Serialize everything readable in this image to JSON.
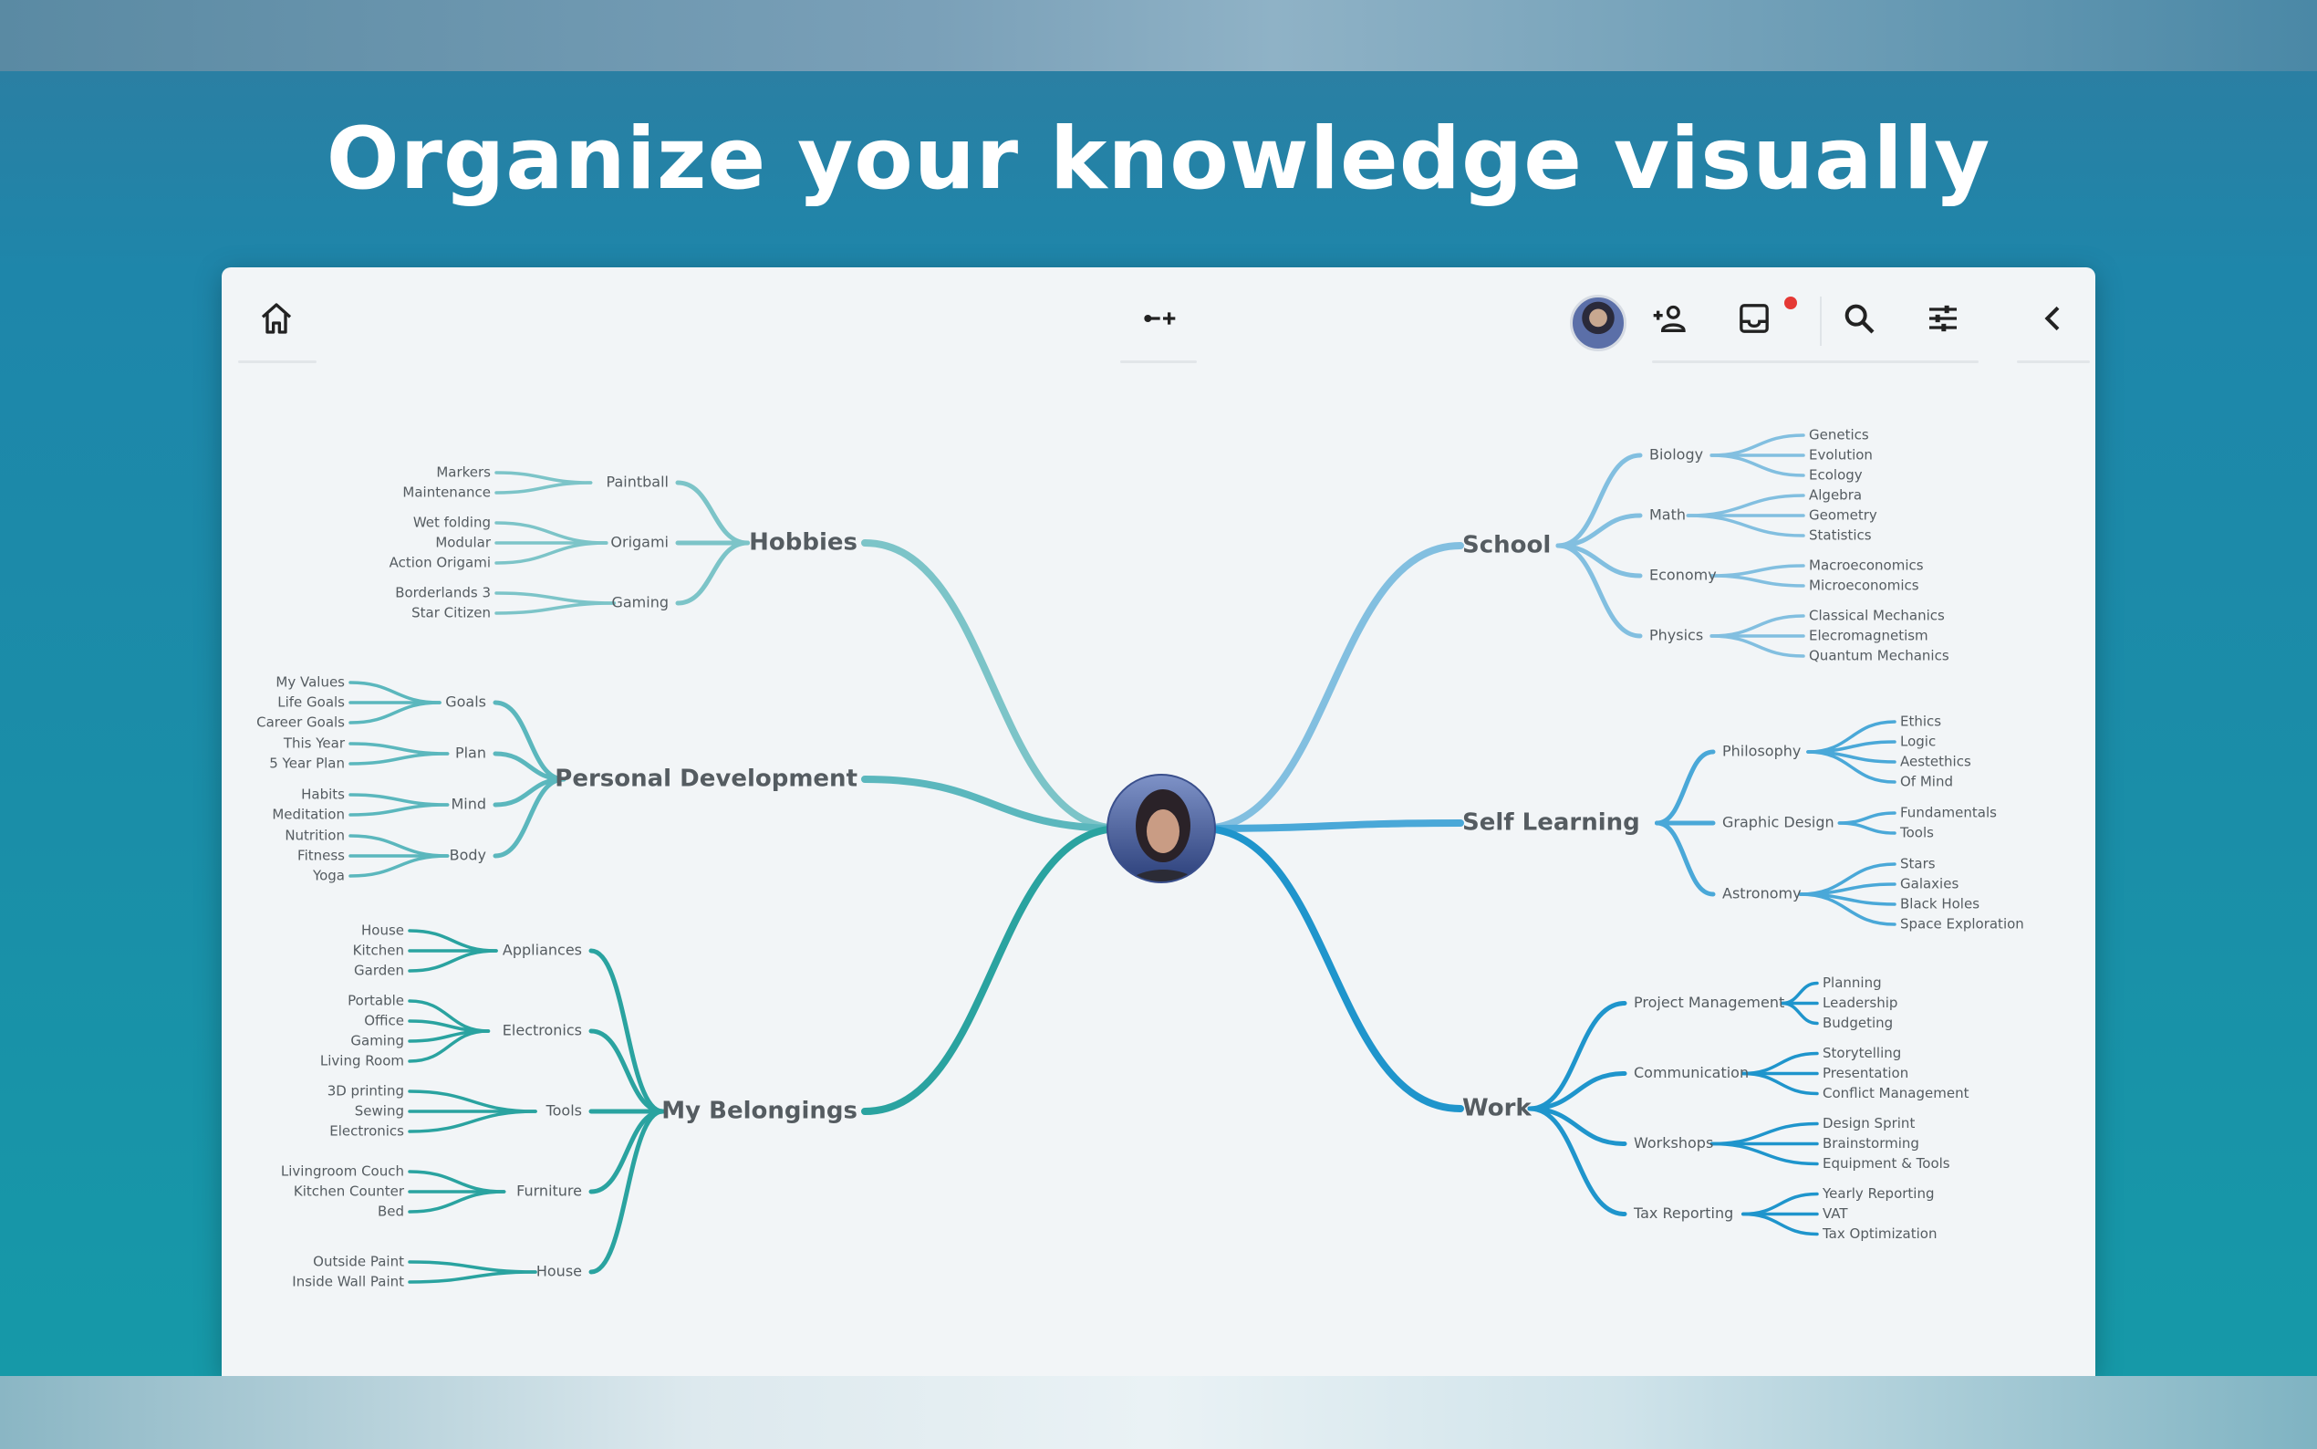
{
  "headline": "Organize your knowledge visually",
  "toolbar": {
    "icons": [
      "home-icon",
      "add-node-icon",
      "avatar",
      "add-person-icon",
      "inbox-icon",
      "search-icon",
      "settings-sliders-icon",
      "chevron-left-icon"
    ],
    "notification_color": "#e53935"
  },
  "colors": {
    "hobbies": "#7cc4c8",
    "personal": "#5bb7bd",
    "belongings": "#2aa3a0",
    "school": "#82bfe0",
    "self_learning": "#4aa8d8",
    "work": "#1f95cc"
  },
  "mindmap": {
    "center": "avatar",
    "left": [
      {
        "label": "Hobbies",
        "children": [
          {
            "label": "Paintball",
            "leaves": [
              "Markers",
              "Maintenance"
            ]
          },
          {
            "label": "Origami",
            "leaves": [
              "Wet folding",
              "Modular",
              "Action Origami"
            ]
          },
          {
            "label": "Gaming",
            "leaves": [
              "Borderlands 3",
              "Star Citizen"
            ]
          }
        ]
      },
      {
        "label": "Personal Development",
        "children": [
          {
            "label": "Goals",
            "leaves": [
              "My Values",
              "Life Goals",
              "Career Goals"
            ]
          },
          {
            "label": "Plan",
            "leaves": [
              "This Year",
              "5 Year Plan"
            ]
          },
          {
            "label": "Mind",
            "leaves": [
              "Habits",
              "Meditation"
            ]
          },
          {
            "label": "Body",
            "leaves": [
              "Nutrition",
              "Fitness",
              "Yoga"
            ]
          }
        ]
      },
      {
        "label": "My Belongings",
        "children": [
          {
            "label": "Appliances",
            "leaves": [
              "House",
              "Kitchen",
              "Garden"
            ]
          },
          {
            "label": "Electronics",
            "leaves": [
              "Portable",
              "Office",
              "Gaming",
              "Living Room"
            ]
          },
          {
            "label": "Tools",
            "leaves": [
              "3D printing",
              "Sewing",
              "Electronics"
            ]
          },
          {
            "label": "Furniture",
            "leaves": [
              "Livingroom Couch",
              "Kitchen Counter",
              "Bed"
            ]
          },
          {
            "label": "House",
            "leaves": [
              "Outside Paint",
              "Inside Wall Paint"
            ]
          }
        ]
      }
    ],
    "right": [
      {
        "label": "School",
        "children": [
          {
            "label": "Biology",
            "leaves": [
              "Genetics",
              "Evolution",
              "Ecology"
            ]
          },
          {
            "label": "Math",
            "leaves": [
              "Algebra",
              "Geometry",
              "Statistics"
            ]
          },
          {
            "label": "Economy",
            "leaves": [
              "Macroeconomics",
              "Microeconomics"
            ]
          },
          {
            "label": "Physics",
            "leaves": [
              "Classical Mechanics",
              "Elecromagnetism",
              "Quantum Mechanics"
            ]
          }
        ]
      },
      {
        "label": "Self Learning",
        "children": [
          {
            "label": "Philosophy",
            "leaves": [
              "Ethics",
              "Logic",
              "Aestethics",
              "Of Mind"
            ]
          },
          {
            "label": "Graphic Design",
            "leaves": [
              "Fundamentals",
              "Tools"
            ]
          },
          {
            "label": "Astronomy",
            "leaves": [
              "Stars",
              "Galaxies",
              "Black Holes",
              "Space Exploration"
            ]
          }
        ]
      },
      {
        "label": "Work",
        "children": [
          {
            "label": "Project Management",
            "leaves": [
              "Planning",
              "Leadership",
              "Budgeting"
            ]
          },
          {
            "label": "Communication",
            "leaves": [
              "Storytelling",
              "Presentation",
              "Conflict Management"
            ]
          },
          {
            "label": "Workshops",
            "leaves": [
              "Design Sprint",
              "Brainstorming",
              "Equipment & Tools"
            ]
          },
          {
            "label": "Tax Reporting",
            "leaves": [
              "Yearly Reporting",
              "VAT",
              "Tax Optimization"
            ]
          }
        ]
      }
    ]
  }
}
